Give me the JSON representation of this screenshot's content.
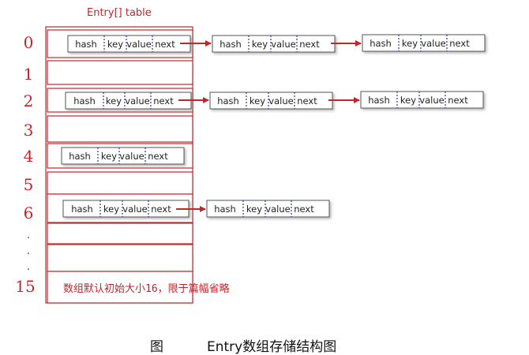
{
  "title": "Entry[] table",
  "index_labels": [
    "0",
    "1",
    "2",
    "3",
    "4",
    "5",
    "6",
    "15"
  ],
  "ellipsis": [
    "·",
    "·",
    "·"
  ],
  "entry_fields": [
    "hash",
    "key",
    "value",
    "next"
  ],
  "note": "数组默认初始大小16，限于篇幅省略",
  "caption_left": "图",
  "caption_right": "Entry数组存储结构图",
  "chains": {
    "bucket0": 3,
    "bucket2": 3,
    "bucket4": 1,
    "bucket6": 2
  },
  "colors": {
    "red": "#c0272d",
    "divider": "#2b3a9c",
    "box_border": "#555555"
  }
}
